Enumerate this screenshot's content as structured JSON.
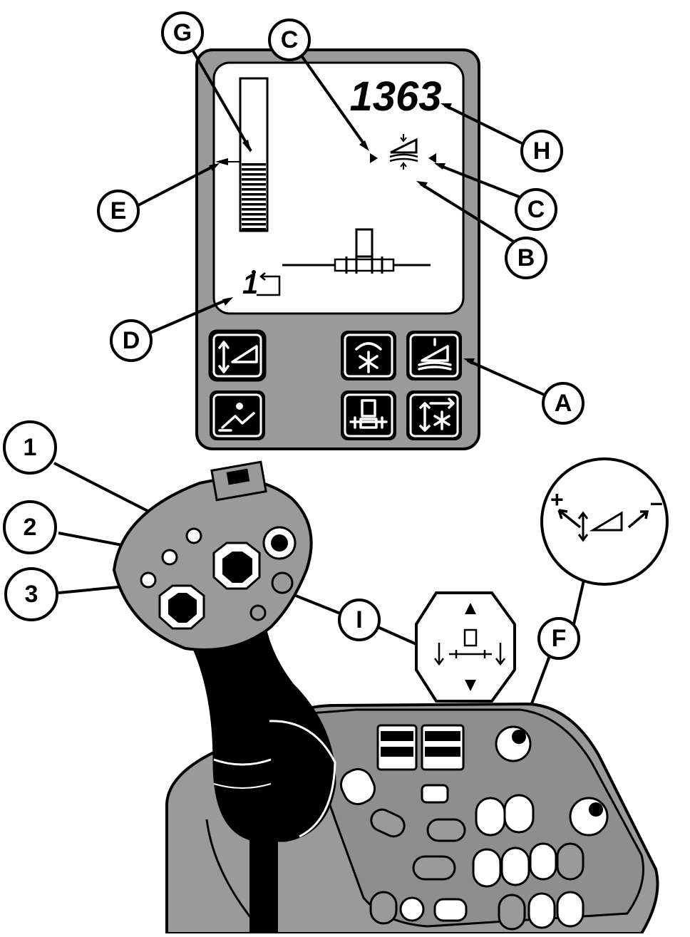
{
  "display": {
    "engine_speed": "1363",
    "gear_digit": "1"
  },
  "callouts": {
    "G": "G",
    "C_top": "C",
    "H": "H",
    "C_right": "C",
    "E": "E",
    "B": "B",
    "D": "D",
    "A": "A",
    "one": "1",
    "two": "2",
    "three": "3",
    "I": "I",
    "F": "F"
  },
  "inset_dial": {
    "plus": "+",
    "minus": "–"
  },
  "colors": {
    "panel_gray": "#9a9a9a",
    "screen_white": "#ffffff",
    "button_black": "#000000",
    "ink": "#000000"
  }
}
